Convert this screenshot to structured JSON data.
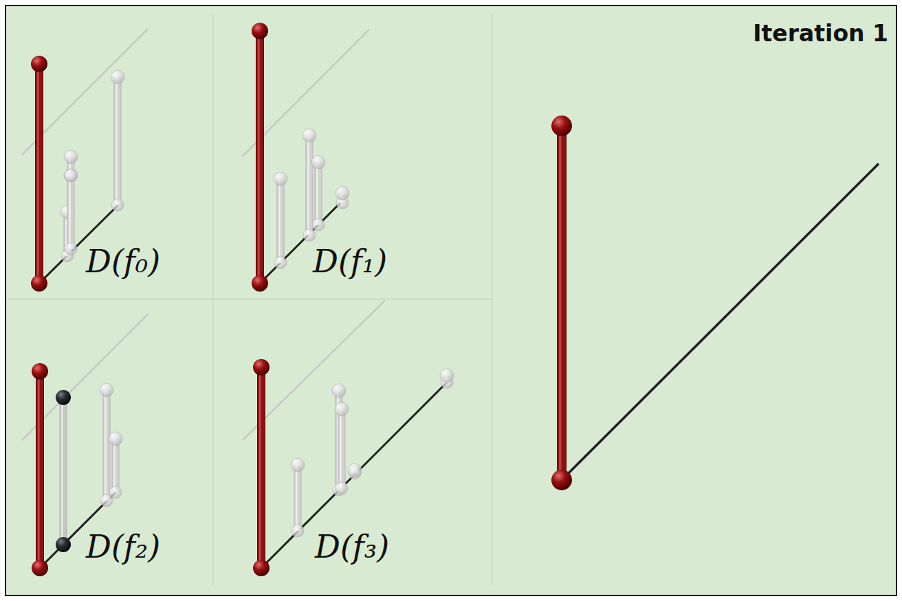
{
  "diagram": {
    "title": "Iteration 1",
    "labels": [
      "D(f₀)",
      "D(f₁)",
      "D(f₂)",
      "D(f₃)"
    ]
  }
}
